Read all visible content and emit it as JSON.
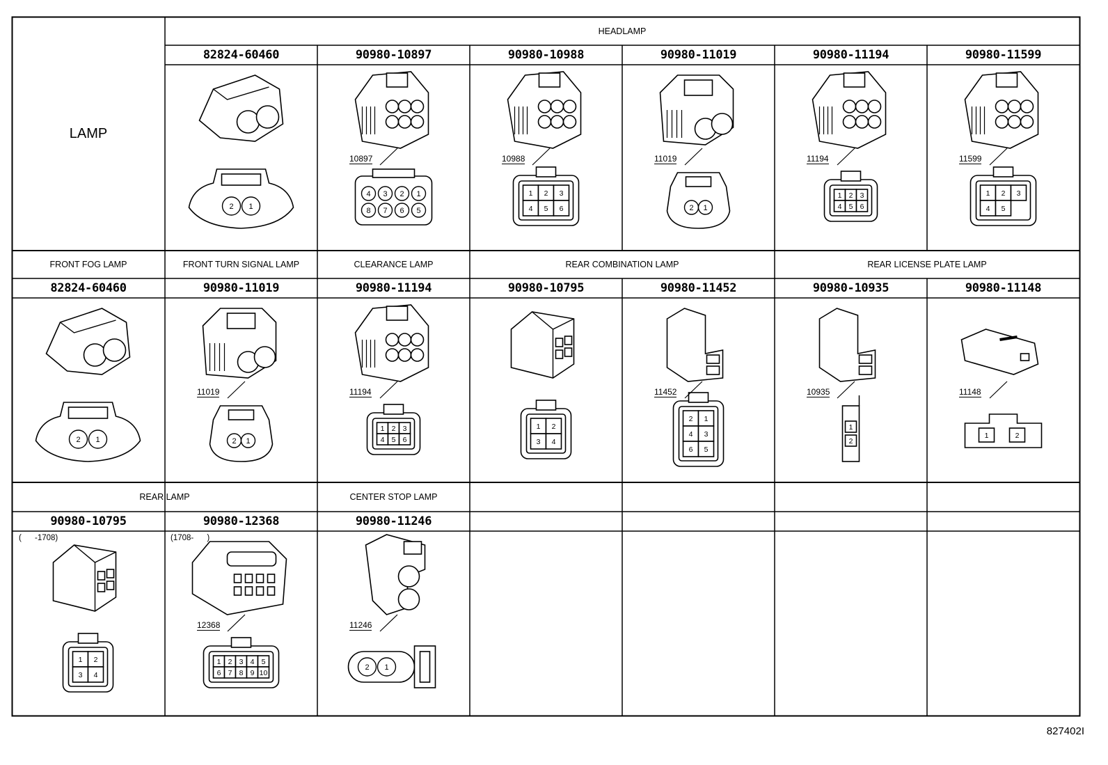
{
  "lamp_label": "LAMP",
  "sections": {
    "headlamp": "HEADLAMP",
    "front_fog": "FRONT FOG LAMP",
    "front_turn": "FRONT TURN SIGNAL LAMP",
    "clearance": "CLEARANCE LAMP",
    "rear_combination": "REAR COMBINATION LAMP",
    "rear_license": "REAR LICENSE PLATE LAMP",
    "rear_lamp": "REAR LAMP",
    "center_stop": "CENTER STOP LAMP"
  },
  "rows": [
    {
      "parts": [
        {
          "number": "82824-60460",
          "callout": "",
          "pins_top": [
            "2",
            "1"
          ],
          "pins_bottom": []
        },
        {
          "number": "90980-10897",
          "callout": "10897",
          "pins_top": [
            "4",
            "3",
            "2",
            "1"
          ],
          "pins_bottom": [
            "8",
            "7",
            "6",
            "5"
          ]
        },
        {
          "number": "90980-10988",
          "callout": "10988",
          "pins_top": [
            "1",
            "2",
            "3"
          ],
          "pins_bottom": [
            "4",
            "5",
            "6"
          ]
        },
        {
          "number": "90980-11019",
          "callout": "11019",
          "pins_top": [
            "2",
            "1"
          ],
          "pins_bottom": []
        },
        {
          "number": "90980-11194",
          "callout": "11194",
          "pins_top": [
            "1",
            "2",
            "3"
          ],
          "pins_bottom": [
            "4",
            "5",
            "6"
          ]
        },
        {
          "number": "90980-11599",
          "callout": "11599",
          "pins_top": [
            "1",
            "2",
            "3"
          ],
          "pins_bottom": [
            "4",
            "5"
          ]
        }
      ]
    },
    {
      "parts": [
        {
          "number": "82824-60460",
          "callout": "",
          "pins_top": [
            "2",
            "1"
          ],
          "pins_bottom": []
        },
        {
          "number": "90980-11019",
          "callout": "11019",
          "pins_top": [
            "2",
            "1"
          ],
          "pins_bottom": []
        },
        {
          "number": "90980-11194",
          "callout": "11194",
          "pins_top": [
            "1",
            "2",
            "3"
          ],
          "pins_bottom": [
            "4",
            "5",
            "6"
          ]
        },
        {
          "number": "90980-10795",
          "callout": "",
          "pins_top": [
            "1",
            "2"
          ],
          "pins_bottom": [
            "3",
            "4"
          ]
        },
        {
          "number": "90980-11452",
          "callout": "11452",
          "pins_top": [
            "2",
            "1"
          ],
          "pins_mid": [
            "4",
            "3"
          ],
          "pins_bottom": [
            "6",
            "5"
          ]
        },
        {
          "number": "90980-10935",
          "callout": "10935",
          "pins_top": [
            "1"
          ],
          "pins_bottom": [
            "2"
          ]
        },
        {
          "number": "90980-11148",
          "callout": "11148",
          "pins_top": [
            "1",
            "2"
          ],
          "pins_bottom": []
        }
      ]
    },
    {
      "parts": [
        {
          "number": "90980-10795",
          "callout": "",
          "note": "(      -1708)",
          "pins_top": [
            "1",
            "2"
          ],
          "pins_bottom": [
            "3",
            "4"
          ]
        },
        {
          "number": "90980-12368",
          "callout": "12368",
          "note": "(1708-      )",
          "pins_top": [
            "1",
            "2",
            "3",
            "4",
            "5"
          ],
          "pins_bottom": [
            "6",
            "7",
            "8",
            "9",
            "10"
          ]
        },
        {
          "number": "90980-11246",
          "callout": "11246",
          "pins_top": [
            "2",
            "1"
          ],
          "pins_bottom": []
        }
      ]
    }
  ],
  "footer_code": "827402I"
}
